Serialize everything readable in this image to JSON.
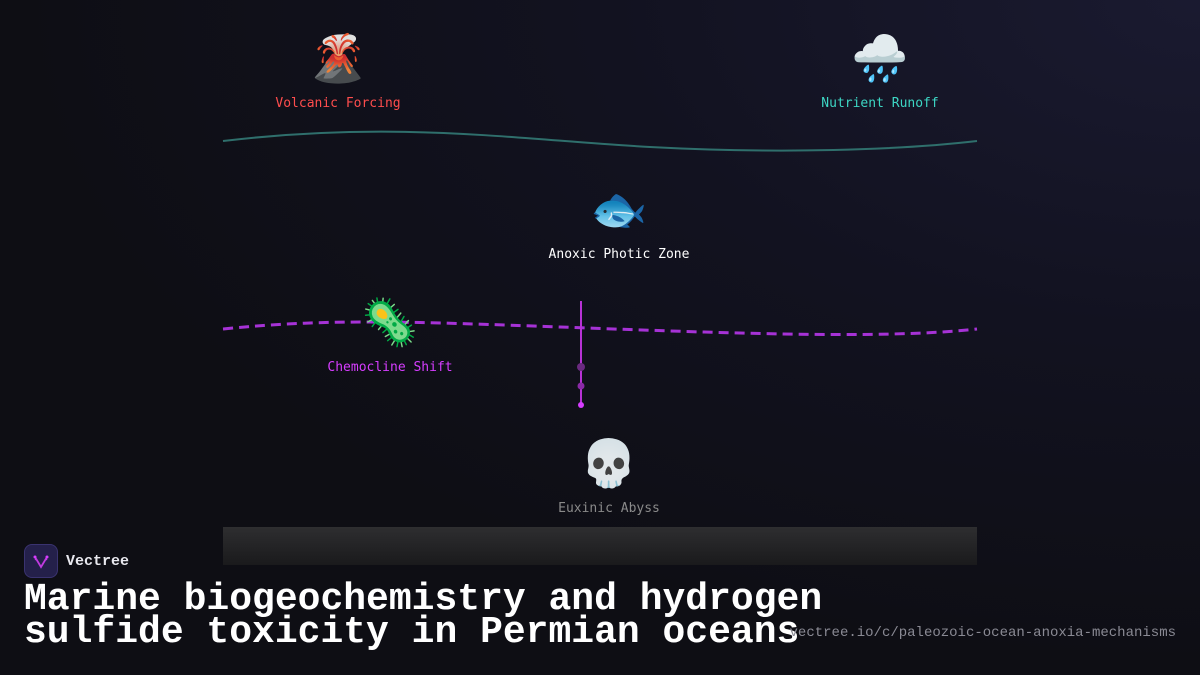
{
  "nodes": {
    "volcanic": {
      "icon": "volcano-icon",
      "emoji": "🌋",
      "label": "Volcanic Forcing",
      "color": "#ff4d4d"
    },
    "runoff": {
      "icon": "rain-cloud-icon",
      "emoji": "🌧️",
      "label": "Nutrient Runoff",
      "color": "#3dd6c4"
    },
    "photic": {
      "icon": "fish-icon",
      "emoji": "🐟",
      "label": "Anoxic Photic Zone",
      "color": "#ffffff"
    },
    "chemocline": {
      "icon": "microbe-icon",
      "emoji": "🦠",
      "label": "Chemocline Shift",
      "color": "#d63dff"
    },
    "abyss": {
      "icon": "skull-icon",
      "emoji": "💀",
      "label": "Euxinic Abyss",
      "color": "#8a8a8a"
    }
  },
  "colors": {
    "surface_line": "#2f6f6c",
    "chemocline_line": "#a632d6",
    "drip": "#d63dff"
  },
  "brand": {
    "name": "Vectree"
  },
  "title": "Marine biogeochemistry and hydrogen sulfide toxicity in Permian oceans",
  "url": "vectree.io/c/paleozoic-ocean-anoxia-mechanisms"
}
